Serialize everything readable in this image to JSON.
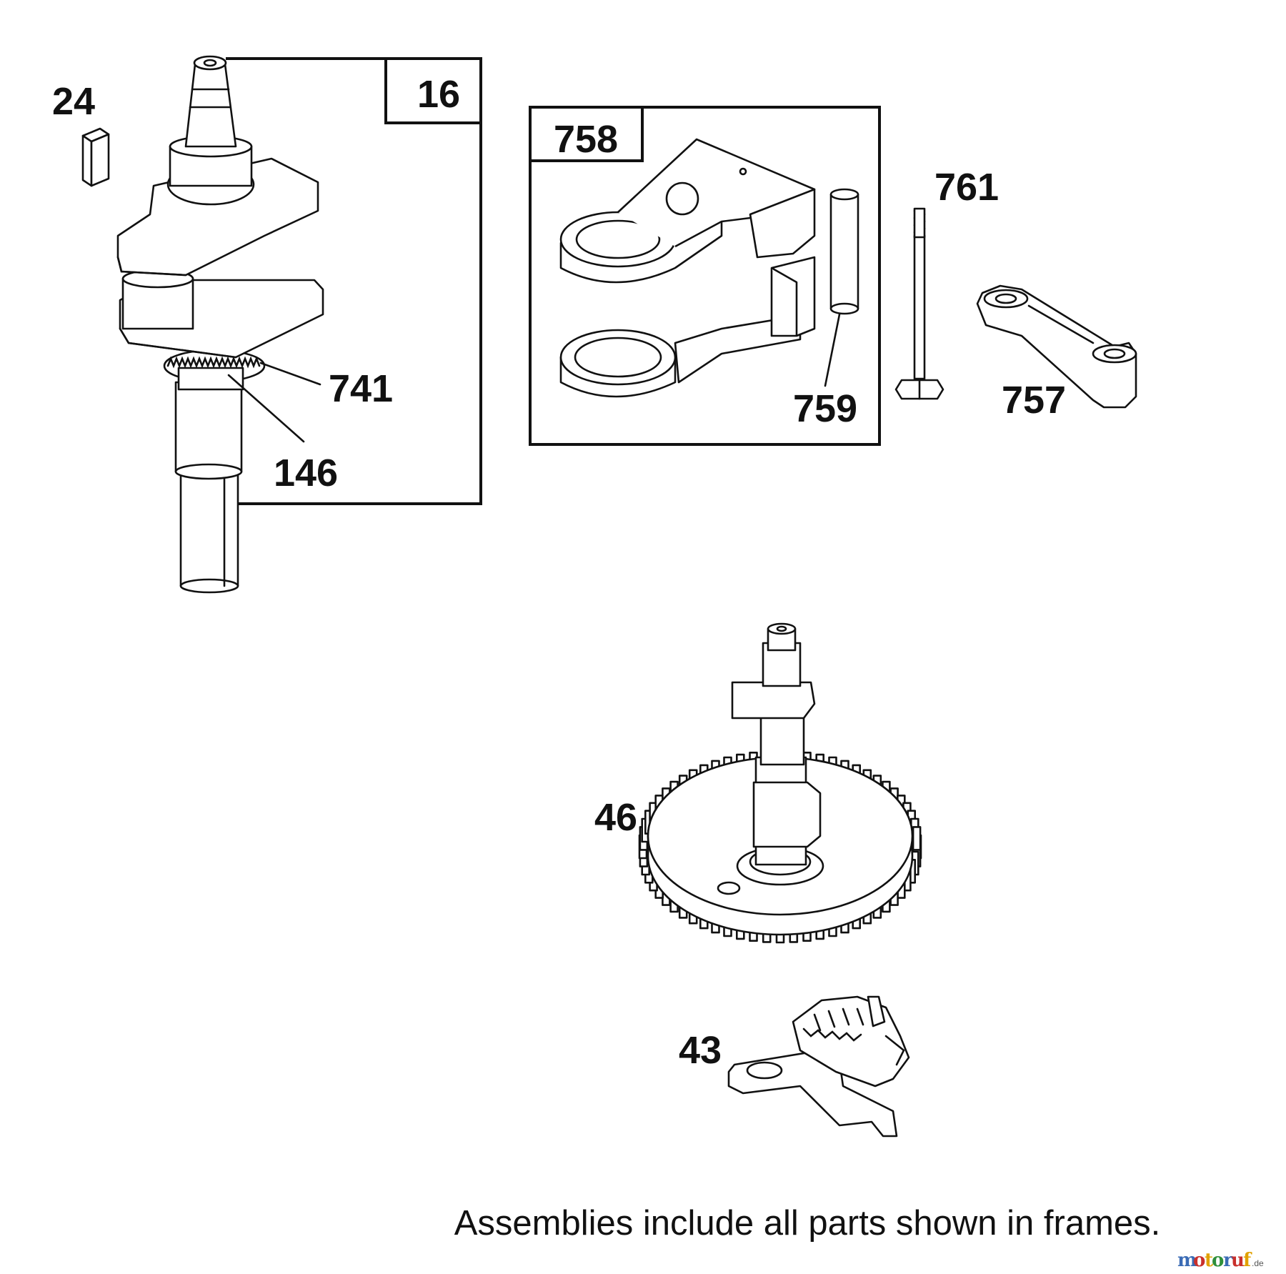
{
  "labels": {
    "l16": "16",
    "l24": "24",
    "l741": "741",
    "l146": "146",
    "l758": "758",
    "l759": "759",
    "l761": "761",
    "l757": "757",
    "l46": "46",
    "l43": "43"
  },
  "footnote": "Assemblies include all parts shown in frames.",
  "watermark": {
    "text": "motoruf",
    "suffix": ".de"
  },
  "colors": {
    "ink": "#111111",
    "paper": "#ffffff",
    "watermark": [
      "#3a6bb5",
      "#c9302c",
      "#e1a100",
      "#2f8f3a"
    ]
  }
}
